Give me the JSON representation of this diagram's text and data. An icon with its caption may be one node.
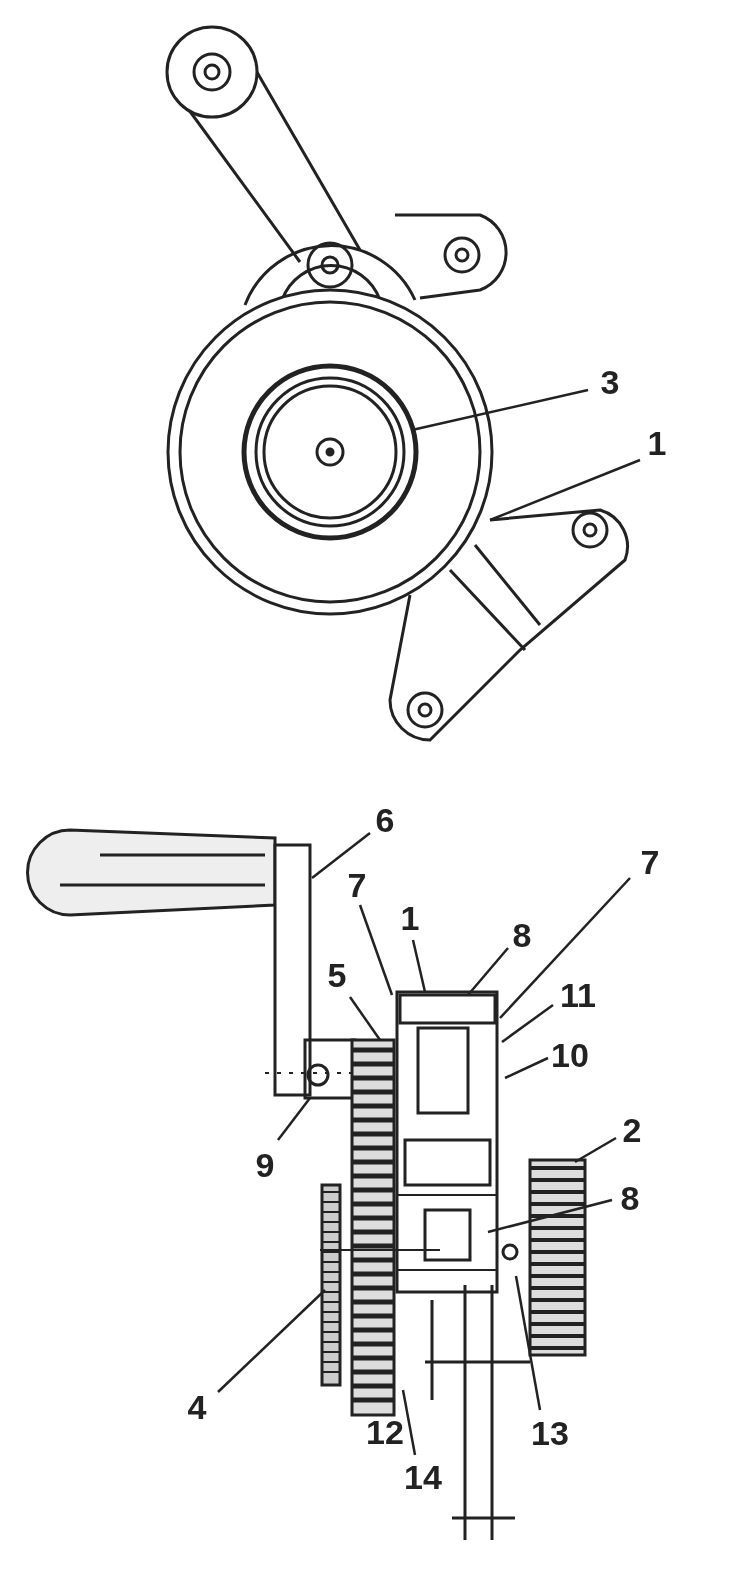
{
  "diagram": {
    "nodes": [
      {
        "text": [
          "3"
        ]
      },
      {
        "text": [
          "1"
        ]
      },
      {
        "text": [
          "6"
        ]
      },
      {
        "text": [
          "7"
        ]
      },
      {
        "text": [
          "7"
        ]
      },
      {
        "text": [
          "1"
        ]
      },
      {
        "text": [
          "8"
        ]
      },
      {
        "text": [
          "5"
        ]
      },
      {
        "text": [
          "11"
        ]
      },
      {
        "text": [
          "10"
        ]
      },
      {
        "text": [
          "2"
        ]
      },
      {
        "text": [
          "9"
        ]
      },
      {
        "text": [
          "8"
        ]
      },
      {
        "text": [
          "4"
        ]
      },
      {
        "text": [
          "13"
        ]
      },
      {
        "text": [
          "14"
        ]
      }
    ],
    "edges": [
      {
        "from": 0,
        "to": null,
        "arrow": "none"
      },
      {
        "from": 1,
        "to": null,
        "arrow": "none"
      },
      {
        "from": 2,
        "to": null,
        "arrow": "none"
      },
      {
        "from": 3,
        "to": null,
        "arrow": "none"
      },
      {
        "from": 4,
        "to": null,
        "arrow": "none"
      },
      {
        "from": 5,
        "to": null,
        "arrow": "none"
      },
      {
        "from": 6,
        "to": null,
        "arrow": "none"
      },
      {
        "from": 7,
        "to": null,
        "arrow": "none"
      },
      {
        "from": 8,
        "to": null,
        "arrow": "none"
      },
      {
        "from": 9,
        "to": null,
        "arrow": "none"
      },
      {
        "from": 10,
        "to": null,
        "arrow": "none"
      },
      {
        "from": 11,
        "to": null,
        "arrow": "none"
      },
      {
        "from": 12,
        "to": null,
        "arrow": "none"
      },
      {
        "from": 13,
        "to": null,
        "arrow": "none"
      },
      {
        "from": 14,
        "to": null,
        "arrow": "none"
      },
      {
        "from": 15,
        "to": null,
        "arrow": "none"
      }
    ],
    "labels": [
      "12"
    ]
  }
}
